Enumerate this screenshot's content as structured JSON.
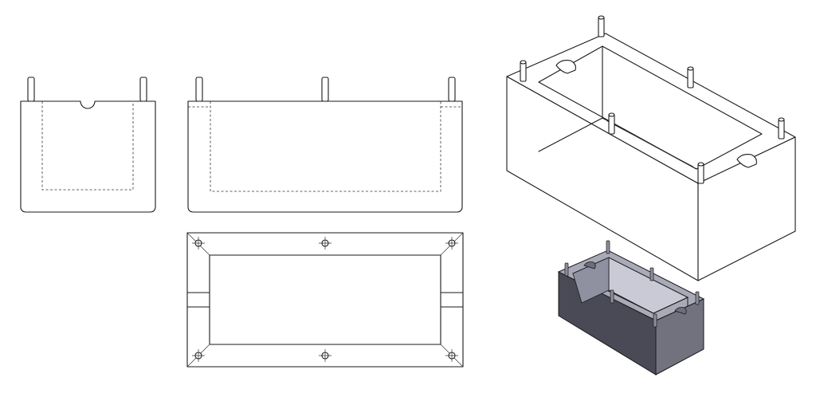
{
  "drawing": {
    "views": [
      {
        "id": "side-view",
        "kind": "orthographic"
      },
      {
        "id": "front-view",
        "kind": "orthographic"
      },
      {
        "id": "top-view",
        "kind": "orthographic"
      },
      {
        "id": "isometric-view",
        "kind": "isometric wireframe"
      },
      {
        "id": "shaded-view",
        "kind": "isometric shaded"
      }
    ],
    "colors": {
      "line": "#1a1a1a",
      "shade_top": "#a9aab8",
      "shade_front": "#4a4a56",
      "shade_side": "#72727f",
      "shade_inner": "#c9cad6",
      "pin": "#8e8e98"
    }
  }
}
